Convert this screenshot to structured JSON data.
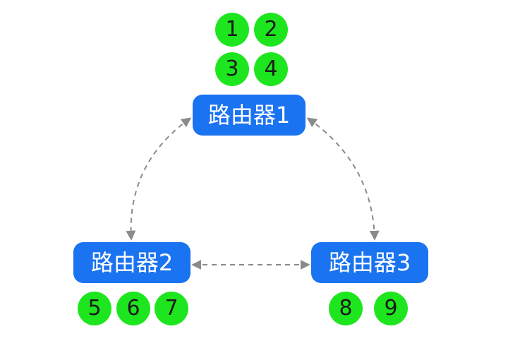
{
  "routers": [
    {
      "id": "r1",
      "label": "路由器1"
    },
    {
      "id": "r2",
      "label": "路由器2"
    },
    {
      "id": "r3",
      "label": "路由器3"
    }
  ],
  "hosts": {
    "router_1": [
      "1",
      "2",
      "3",
      "4"
    ],
    "router_2": [
      "5",
      "6",
      "7"
    ],
    "router_3": [
      "8",
      "9"
    ]
  },
  "links": [
    {
      "from": "r1",
      "to": "r2",
      "style": "dashed",
      "arrows": "both"
    },
    {
      "from": "r1",
      "to": "r3",
      "style": "dashed",
      "arrows": "both"
    },
    {
      "from": "r2",
      "to": "r3",
      "style": "dashed",
      "arrows": "both"
    }
  ],
  "colors": {
    "router_fill": "#1a73f0",
    "router_text": "#ffffff",
    "host_fill": "#1ee61e",
    "host_text": "#1a1a1a",
    "link_stroke": "#8a8a8a",
    "background": "#ffffff"
  }
}
